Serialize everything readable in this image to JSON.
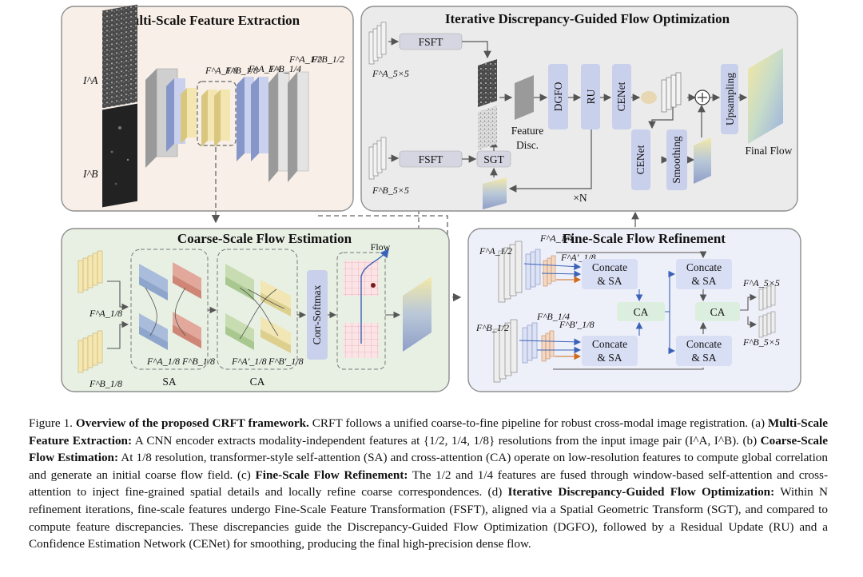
{
  "panels": {
    "multi_scale": {
      "title": "Multi-Scale Feature Extraction",
      "input_a": "I^A",
      "input_b": "I^B",
      "feature_labels": [
        "F^A_1/8",
        "F^B_1/8",
        "F^A_1/4",
        "F^B_1/4",
        "F^A_1/2",
        "F^B_1/2"
      ]
    },
    "iterative": {
      "title": "Iterative Discrepancy-Guided Flow Optimization",
      "fsft_label": "FSFT",
      "sgt_label": "SGT",
      "feature_disc_line1": "Feature",
      "feature_disc_line2": "Disc.",
      "dgfo_label": "DGFO",
      "ru_label": "RU",
      "cenet_label": "CENet",
      "smoothing_label": "Smoothing",
      "upsampling_label": "Upsampling",
      "final_flow_label": "Final Flow",
      "iterations_label": "×N",
      "input_a": "F^A_5×5",
      "input_b": "F^B_5×5"
    },
    "coarse": {
      "title": "Coarse-Scale Flow Estimation",
      "corr_softmax_label": "Corr-Softmax",
      "flow_label": "Flow",
      "sa_label": "SA",
      "ca_label": "CA",
      "input_a": "F^A_1/8",
      "input_b": "F^B_1/8",
      "sa_out_a": "F^A_1/8",
      "sa_out_b": "F^B_1/8",
      "ca_out_a": "F^A'_1/8",
      "ca_out_b": "F^B'_1/8"
    },
    "fine": {
      "title": "Fine-Scale Flow Refinement",
      "concate_sa_line1": "Concate",
      "concate_sa_line2": "& SA",
      "ca_label": "CA",
      "in_a_half": "F^A_1/2",
      "in_a_quarter": "F^A_1/4",
      "in_a_prime": "F^A'_1/8",
      "in_b_half": "F^B_1/2",
      "in_b_quarter": "F^B_1/4",
      "in_b_prime": "F^B'_1/8",
      "out_a": "F^A_5×5",
      "out_b": "F^B_5×5"
    }
  },
  "caption": {
    "fig_label": "Figure 1.",
    "fig_title": "Overview of the proposed CRFT framework.",
    "intro": "CRFT follows a unified coarse-to-fine pipeline for robust cross-modal image registration. (a)",
    "a_title": "Multi-Scale Feature Extraction:",
    "a_text": "A CNN encoder extracts modality-independent features at {1/2, 1/4, 1/8} resolutions from the input image pair (I^A, I^B). (b)",
    "b_title": "Coarse-Scale Flow Estimation:",
    "b_text": "At 1/8 resolution, transformer-style self-attention (SA) and cross-attention (CA) operate on low-resolution features to compute global correlation and generate an initial coarse flow field. (c)",
    "c_title": "Fine-Scale Flow Refinement:",
    "c_text": "The 1/2 and 1/4 features are fused through window-based self-attention and cross-attention to inject fine-grained spatial details and locally refine coarse correspondences. (d)",
    "d_title": "Iterative Discrepancy-Guided Flow Optimization:",
    "d_text": "Within N refinement iterations, fine-scale features undergo Fine-Scale Feature Transformation (FSFT), aligned via a Spatial Geometric Transform (SGT), and compared to compute feature discrepancies. These discrepancies guide the Discrepancy-Guided Flow Optimization (DGFO), followed by a Residual Update (RU) and a Confidence Estimation Network (CENet) for smoothing, producing the final high-precision dense flow."
  }
}
